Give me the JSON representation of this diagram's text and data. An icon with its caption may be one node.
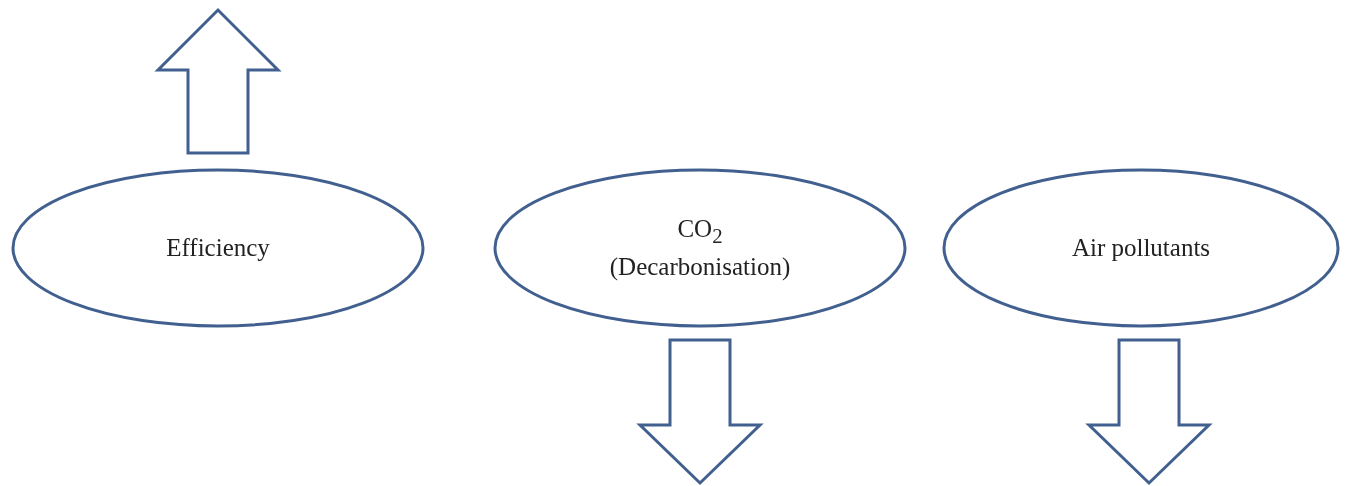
{
  "diagram": {
    "nodes": [
      {
        "text": [
          "Efficiency"
        ]
      },
      {
        "text": [
          "CO$_{2}$ (Decarbonisation)"
        ]
      },
      {
        "text": [
          "Air pollutants"
        ]
      }
    ],
    "edges": [
      {
        "from": 0,
        "to": null,
        "arrow": "to"
      },
      {
        "from": 1,
        "to": null,
        "arrow": "to"
      },
      {
        "from": 2,
        "to": null,
        "arrow": "to"
      }
    ]
  }
}
